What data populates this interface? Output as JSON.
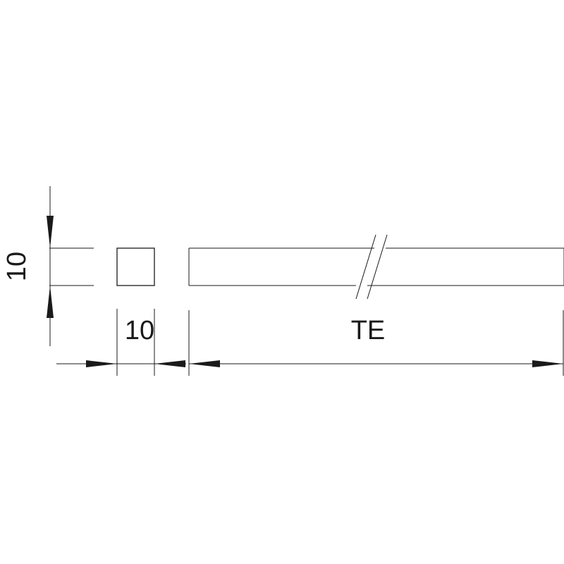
{
  "dimensions": {
    "height_label": "10",
    "width_label": "10",
    "length_label": "TE"
  },
  "colors": {
    "line": "#1a1a1a",
    "background": "#ffffff"
  }
}
